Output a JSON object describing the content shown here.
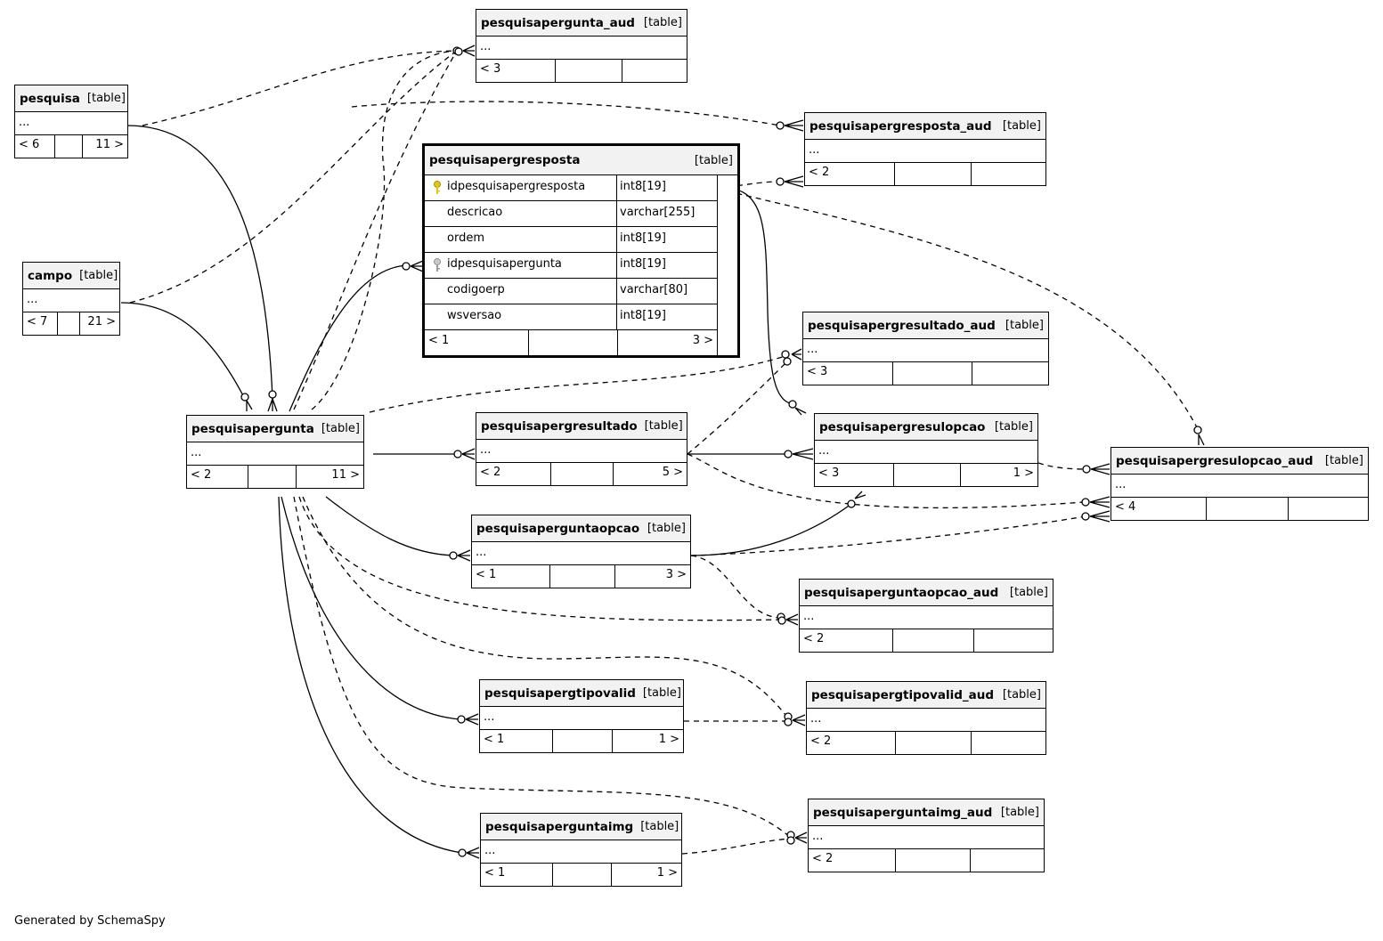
{
  "tables": {
    "pesquisapergunta_aud": {
      "name": "pesquisapergunta_aud",
      "type": "[table]",
      "rows": "...",
      "parents": "< 3",
      "middle": "",
      "children": ""
    },
    "pesquisa": {
      "name": "pesquisa",
      "type": "[table]",
      "rows": "...",
      "parents": "< 6",
      "middle": "",
      "children": "11 >"
    },
    "pesquisapergresposta_aud": {
      "name": "pesquisapergresposta_aud",
      "type": "[table]",
      "rows": "...",
      "parents": "< 2",
      "middle": "",
      "children": ""
    },
    "campo": {
      "name": "campo",
      "type": "[table]",
      "rows": "...",
      "parents": "< 7",
      "middle": "",
      "children": "21 >"
    },
    "pesquisapergresultado_aud": {
      "name": "pesquisapergresultado_aud",
      "type": "[table]",
      "rows": "...",
      "parents": "< 3",
      "middle": "",
      "children": ""
    },
    "pesquisapergunta": {
      "name": "pesquisapergunta",
      "type": "[table]",
      "rows": "...",
      "parents": "< 2",
      "middle": "",
      "children": "11 >"
    },
    "pesquisapergresultado": {
      "name": "pesquisapergresultado",
      "type": "[table]",
      "rows": "...",
      "parents": "< 2",
      "middle": "",
      "children": "5 >"
    },
    "pesquisapergresulopcao": {
      "name": "pesquisapergresulopcao",
      "type": "[table]",
      "rows": "...",
      "parents": "< 3",
      "middle": "",
      "children": "1 >"
    },
    "pesquisapergresulopcao_aud": {
      "name": "pesquisapergresulopcao_aud",
      "type": "[table]",
      "rows": "...",
      "parents": "< 4",
      "middle": "",
      "children": ""
    },
    "pesquisaperguntaopcao": {
      "name": "pesquisaperguntaopcao",
      "type": "[table]",
      "rows": "...",
      "parents": "< 1",
      "middle": "",
      "children": "3 >"
    },
    "pesquisaperguntaopcao_aud": {
      "name": "pesquisaperguntaopcao_aud",
      "type": "[table]",
      "rows": "...",
      "parents": "< 2",
      "middle": "",
      "children": ""
    },
    "pesquisapergtipovalid": {
      "name": "pesquisapergtipovalid",
      "type": "[table]",
      "rows": "...",
      "parents": "< 1",
      "middle": "",
      "children": "1 >"
    },
    "pesquisapergtipovalid_aud": {
      "name": "pesquisapergtipovalid_aud",
      "type": "[table]",
      "rows": "...",
      "parents": "< 2",
      "middle": "",
      "children": ""
    },
    "pesquisaperguntaimg": {
      "name": "pesquisaperguntaimg",
      "type": "[table]",
      "rows": "...",
      "parents": "< 1",
      "middle": "",
      "children": "1 >"
    },
    "pesquisaperguntaimg_aud": {
      "name": "pesquisaperguntaimg_aud",
      "type": "[table]",
      "rows": "...",
      "parents": "< 2",
      "middle": "",
      "children": ""
    }
  },
  "main_table": {
    "name": "pesquisapergresposta",
    "type": "[table]",
    "columns": [
      {
        "name": "idpesquisapergresposta",
        "type": "int8[19]",
        "key": "primary"
      },
      {
        "name": "descricao",
        "type": "varchar[255]",
        "key": ""
      },
      {
        "name": "ordem",
        "type": "int8[19]",
        "key": ""
      },
      {
        "name": "idpesquisapergunta",
        "type": "int8[19]",
        "key": "foreign"
      },
      {
        "name": "codigoerp",
        "type": "varchar[80]",
        "key": ""
      },
      {
        "name": "wsversao",
        "type": "int8[19]",
        "key": ""
      }
    ],
    "parents": "< 1",
    "children": "3 >"
  },
  "footer": {
    "credit": "Generated by SchemaSpy"
  },
  "colors": {
    "primary_key": "#e8c800",
    "foreign_key": "#9a9a9a",
    "header_bg": "#f2f2f2"
  }
}
